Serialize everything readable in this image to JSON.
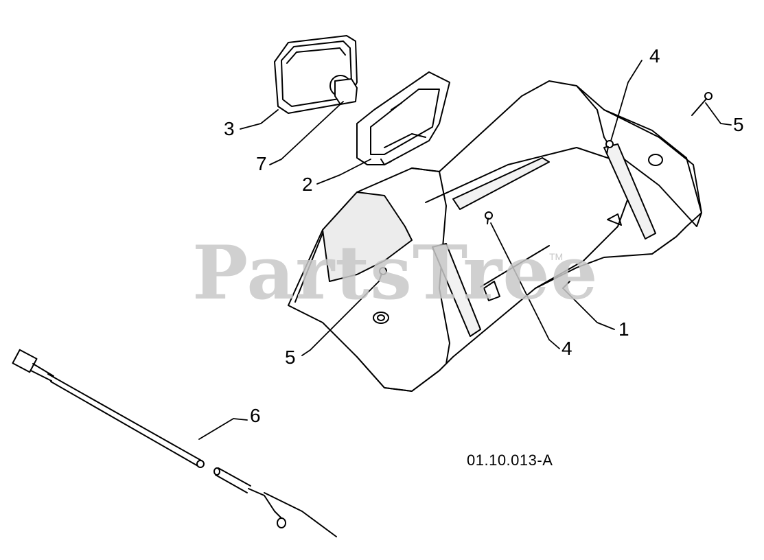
{
  "watermark": {
    "brand": "PartsTree",
    "trademark": "TM"
  },
  "drawing_id": "01.10.013-A",
  "callouts": {
    "c1": "1",
    "c2": "2",
    "c3": "3",
    "c4_top": "4",
    "c4_mid": "4",
    "c5_right": "5",
    "c5_left": "5",
    "c6": "6",
    "c7": "7"
  },
  "colors": {
    "line": "#000000",
    "fill": "#ffffff",
    "shade": "#e6e6e6",
    "watermark": "#c8c8c8"
  }
}
